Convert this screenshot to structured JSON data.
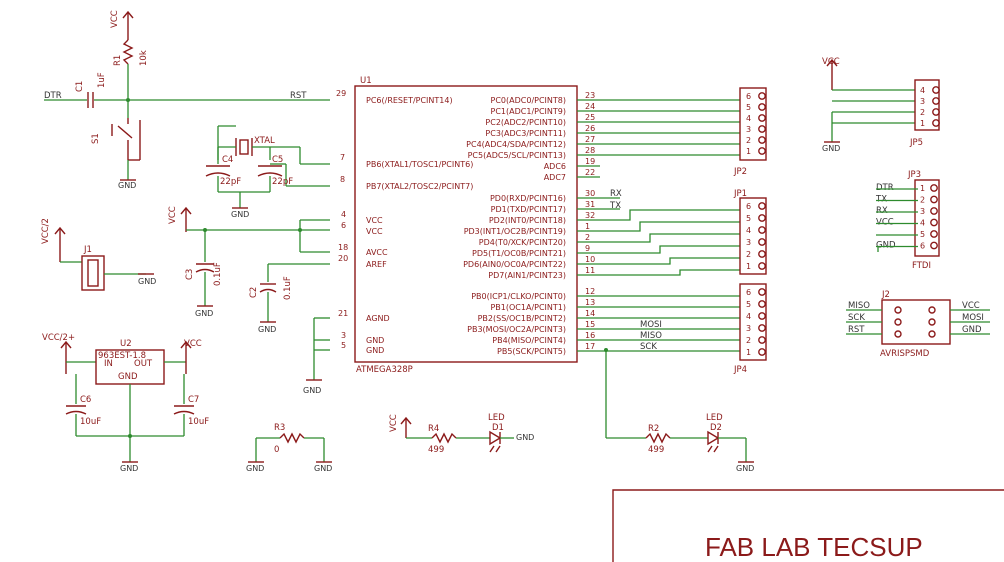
{
  "title_block": {
    "title": "FAB LAB TECSUP"
  },
  "mcu": {
    "ref": "U1",
    "value": "ATMEGA328P",
    "left_pins": [
      {
        "num": "29",
        "name": "PC6(/RESET/PCINT14)"
      },
      {
        "num": "7",
        "name": "PB6(XTAL1/TOSC1/PCINT6)"
      },
      {
        "num": "8",
        "name": "PB7(XTAL2/TOSC2/PCINT7)"
      },
      {
        "num": "4",
        "name": "VCC"
      },
      {
        "num": "6",
        "name": "VCC"
      },
      {
        "num": "18",
        "name": "AVCC"
      },
      {
        "num": "20",
        "name": "AREF"
      },
      {
        "num": "21",
        "name": "AGND"
      },
      {
        "num": "3",
        "name": "GND"
      },
      {
        "num": "5",
        "name": "GND"
      }
    ],
    "right_pins": [
      {
        "num": "23",
        "name": "PC0(ADC0/PCINT8)"
      },
      {
        "num": "24",
        "name": "PC1(ADC1/PCINT9)"
      },
      {
        "num": "25",
        "name": "PC2(ADC2/PCINT10)"
      },
      {
        "num": "26",
        "name": "PC3(ADC3/PCINT11)"
      },
      {
        "num": "27",
        "name": "PC4(ADC4/SDA/PCINT12)"
      },
      {
        "num": "28",
        "name": "PC5(ADC5/SCL/PCINT13)"
      },
      {
        "num": "19",
        "name": "ADC6"
      },
      {
        "num": "22",
        "name": "ADC7"
      },
      {
        "num": "30",
        "name": "PD0(RXD/PCINT16)"
      },
      {
        "num": "31",
        "name": "PD1(TXD/PCINT17)"
      },
      {
        "num": "32",
        "name": "PD2(INT0/PCINT18)"
      },
      {
        "num": "1",
        "name": "PD3(INT1/OC2B/PCINT19)"
      },
      {
        "num": "2",
        "name": "PD4(T0/XCK/PCINT20)"
      },
      {
        "num": "9",
        "name": "PD5(T1/OC0B/PCINT21)"
      },
      {
        "num": "10",
        "name": "PD6(AIN0/OC0A/PCINT22)"
      },
      {
        "num": "11",
        "name": "PD7(AIN1/PCINT23)"
      },
      {
        "num": "12",
        "name": "PB0(ICP1/CLKO/PCINT0)"
      },
      {
        "num": "13",
        "name": "PB1(OC1A/PCINT1)"
      },
      {
        "num": "14",
        "name": "PB2(SS/OC1B/PCINT2)"
      },
      {
        "num": "15",
        "name": "PB3(MOSI/OC2A/PCINT3)"
      },
      {
        "num": "16",
        "name": "PB4(MISO/PCINT4)"
      },
      {
        "num": "17",
        "name": "PB5(SCK/PCINT5)"
      }
    ]
  },
  "nets": {
    "dtr": "DTR",
    "rst": "RST",
    "rx": "RX",
    "tx": "TX",
    "mosi": "MOSI",
    "miso": "MISO",
    "sck": "SCK",
    "vcc": "VCC",
    "gnd": "GND",
    "vcc2": "VCC/2",
    "vcc2p": "VCC/2+"
  },
  "parts": {
    "c1": {
      "ref": "C1",
      "value": "1uF"
    },
    "r1": {
      "ref": "R1",
      "value": "10k"
    },
    "s1": {
      "ref": "S1"
    },
    "xtal": {
      "ref": "XTAL"
    },
    "c4": {
      "ref": "C4",
      "value": "22pF"
    },
    "c5": {
      "ref": "C5",
      "value": "22pF"
    },
    "c3": {
      "ref": "C3",
      "value": "0.1uF"
    },
    "c2": {
      "ref": "C2",
      "value": "0.1uF"
    },
    "j1": {
      "ref": "J1"
    },
    "u2": {
      "ref": "U2",
      "value": "963EST-1.8",
      "in": "IN",
      "out": "OUT",
      "gnd": "GND"
    },
    "c6": {
      "ref": "C6",
      "value": "10uF"
    },
    "c7": {
      "ref": "C7",
      "value": "10uF"
    },
    "r3": {
      "ref": "R3",
      "value": "0"
    },
    "r4": {
      "ref": "R4",
      "value": "499"
    },
    "d1": {
      "ref": "D1",
      "value": "LED"
    },
    "r2": {
      "ref": "R2",
      "value": "499"
    },
    "d2": {
      "ref": "D2",
      "value": "LED"
    },
    "jp5": {
      "ref": "JP5",
      "pins": [
        "4",
        "3",
        "2",
        "1"
      ]
    },
    "jp2": {
      "ref": "JP2",
      "pins": [
        "6",
        "5",
        "4",
        "3",
        "2",
        "1"
      ]
    },
    "jp3": {
      "ref": "JP3",
      "value": "FTDI",
      "pins": [
        "1",
        "2",
        "3",
        "4",
        "5",
        "6"
      ],
      "labels": [
        "DTR",
        "TX",
        "RX",
        "VCC",
        "",
        "GND"
      ]
    },
    "jp1": {
      "ref": "JP1",
      "pins": [
        "6",
        "5",
        "4",
        "3",
        "2",
        "1"
      ]
    },
    "jp4": {
      "ref": "JP4",
      "pins": [
        "6",
        "5",
        "4",
        "3",
        "2",
        "1"
      ]
    },
    "j2": {
      "ref": "J2",
      "value": "AVRISPSMD",
      "left": [
        "MISO",
        "SCK",
        "RST"
      ],
      "right": [
        "VCC",
        "MOSI",
        "GND"
      ]
    }
  }
}
